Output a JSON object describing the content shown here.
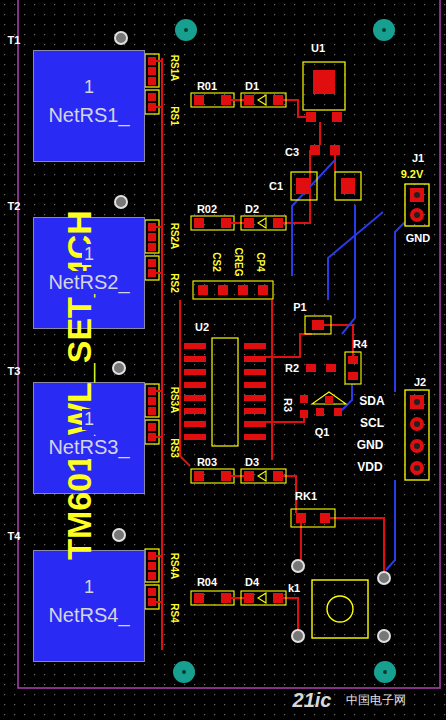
{
  "diagram": {
    "nodes": [
      {
        "text": [
          "1",
          "NetRS1_"
        ]
      },
      {
        "text": [
          "1",
          "NetRS2_"
        ]
      },
      {
        "text": [
          "1",
          "NetRS3_"
        ]
      },
      {
        "text": [
          "1",
          "NetRS4_"
        ]
      }
    ],
    "labels": [
      "T1",
      "RS1A",
      "RS1",
      "T2",
      "RS2A",
      "RS2",
      "T3",
      "RS3A",
      "RS3",
      "T4",
      "RS4A",
      "RS4",
      "U1",
      "R01",
      "D1",
      "C3",
      "C1",
      "J1",
      "9.2V",
      "GND",
      "R02",
      "D2",
      "CS2",
      "CREG",
      "CP4",
      "U2",
      "P1",
      "R4",
      "R2",
      "R3",
      "Q1",
      "SDA",
      "SCL",
      "GND",
      "VDD",
      "J2",
      "R03",
      "D3",
      "RK1",
      "k1",
      "R04",
      "D4",
      "TM601_WL_SET_4CH",
      "21ic",
      "中国电子网"
    ]
  }
}
